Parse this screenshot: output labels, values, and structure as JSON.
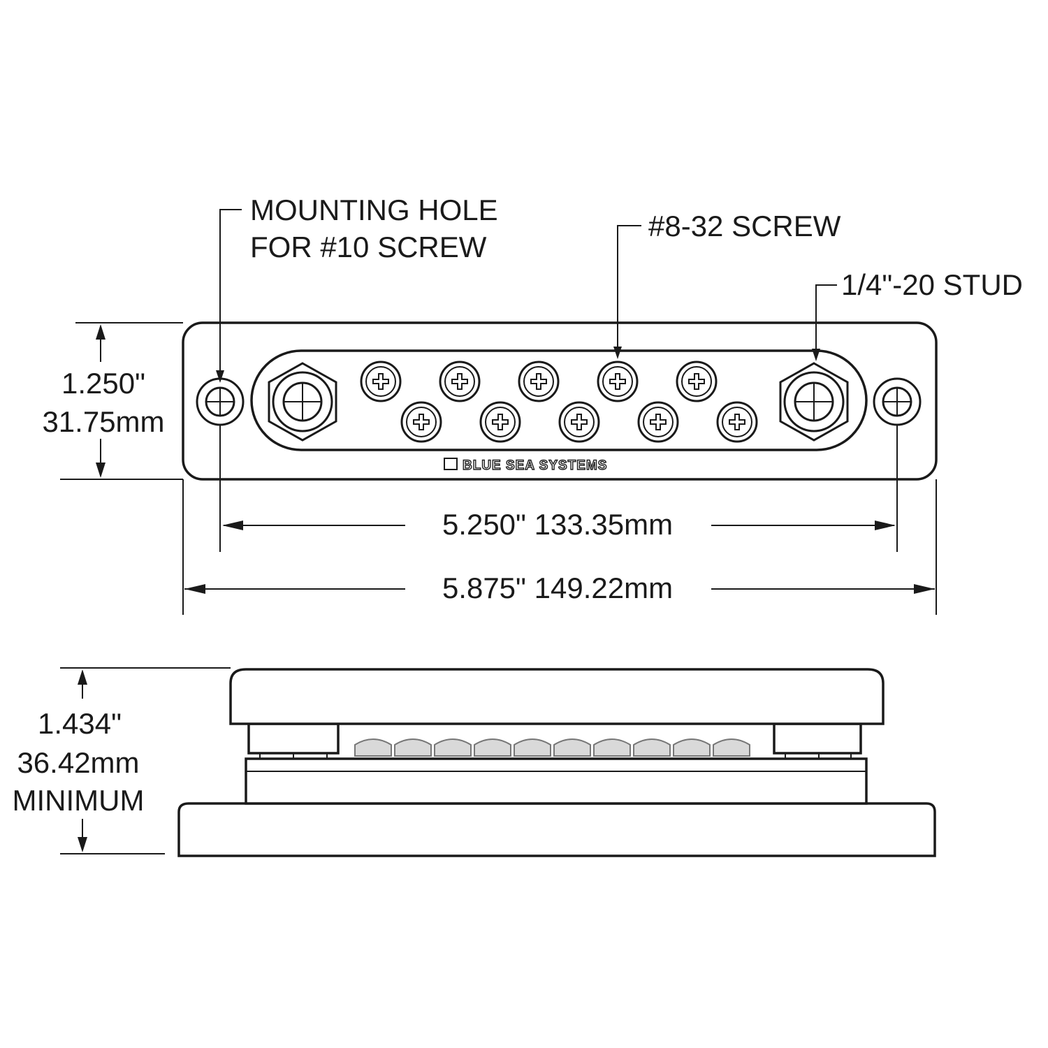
{
  "callouts": {
    "mounting_hole_line1": "MOUNTING HOLE",
    "mounting_hole_line2": "FOR #10 SCREW",
    "screw": "#8-32 SCREW",
    "stud": "1/4\"-20 STUD"
  },
  "dimensions": {
    "height_in": "1.250\"",
    "height_mm": "31.75mm",
    "hole_spacing": "5.250\" 133.35mm",
    "overall_length": "5.875\" 149.22mm",
    "side_height_in": "1.434\"",
    "side_height_mm": "36.42mm",
    "side_height_note": "MINIMUM"
  },
  "logo_text": "BLUE SEA SYSTEMS",
  "terminal_screw_count": 10,
  "stud_count": 2,
  "mounting_hole_count": 2
}
